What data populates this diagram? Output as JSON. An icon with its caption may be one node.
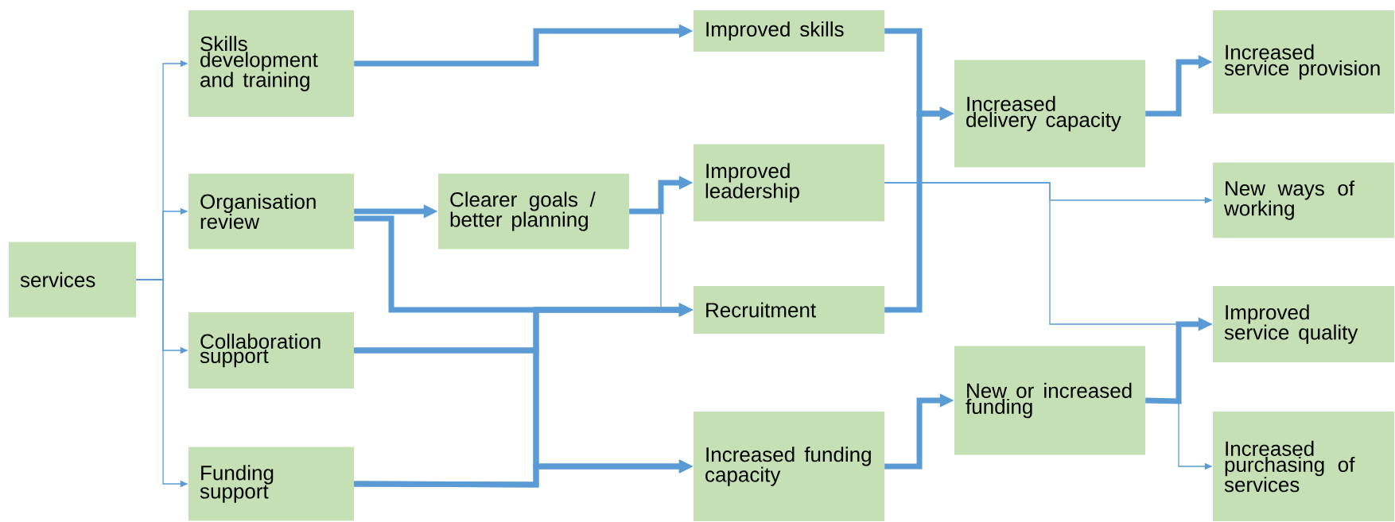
{
  "diagram": {
    "nodes": [
      {
        "text": [
          "services"
        ]
      },
      {
        "text": [
          "Skills development and training"
        ]
      },
      {
        "text": [
          "Organisation review"
        ]
      },
      {
        "text": [
          "Collaboration support"
        ]
      },
      {
        "text": [
          "Funding support"
        ]
      },
      {
        "text": [
          "Clearer goals / better planning"
        ]
      },
      {
        "text": [
          "Improved skills"
        ]
      },
      {
        "text": [
          "Improved leadership"
        ]
      },
      {
        "text": [
          "Recruitment"
        ]
      },
      {
        "text": [
          "Increased funding capacity"
        ]
      },
      {
        "text": [
          "Increased delivery capacity"
        ]
      },
      {
        "text": [
          "New or increased funding"
        ]
      },
      {
        "text": [
          "Increased service provision"
        ]
      },
      {
        "text": [
          "New ways of working"
        ]
      },
      {
        "text": [
          "Improved service quality"
        ]
      },
      {
        "text": [
          "Increased purchasing of services"
        ]
      }
    ],
    "edges": [
      {
        "from": 0,
        "to": 1,
        "arrow": "to"
      },
      {
        "from": 0,
        "to": 2,
        "arrow": "to"
      },
      {
        "from": 0,
        "to": 3,
        "arrow": "to"
      },
      {
        "from": 0,
        "to": 4,
        "arrow": "to"
      },
      {
        "from": 1,
        "to": 6,
        "arrow": "to"
      },
      {
        "from": 2,
        "to": 5,
        "arrow": "to"
      },
      {
        "from": 2,
        "to": 8,
        "arrow": "to"
      },
      {
        "from": 3,
        "to": 8,
        "arrow": "to"
      },
      {
        "from": 4,
        "to": 8,
        "arrow": "to"
      },
      {
        "from": 3,
        "to": 9,
        "arrow": "to"
      },
      {
        "from": 4,
        "to": 9,
        "arrow": "to"
      },
      {
        "from": 5,
        "to": 7,
        "arrow": "to"
      },
      {
        "from": 5,
        "to": 8,
        "arrow": "to"
      },
      {
        "from": 6,
        "to": 10,
        "arrow": "to"
      },
      {
        "from": 8,
        "to": 10,
        "arrow": "to"
      },
      {
        "from": 7,
        "to": 13,
        "arrow": "to"
      },
      {
        "from": 7,
        "to": 14,
        "arrow": "to"
      },
      {
        "from": 10,
        "to": 12,
        "arrow": "to"
      },
      {
        "from": 9,
        "to": 11,
        "arrow": "to"
      },
      {
        "from": 11,
        "to": 14,
        "arrow": "to"
      },
      {
        "from": 11,
        "to": 15,
        "arrow": "to"
      }
    ]
  }
}
